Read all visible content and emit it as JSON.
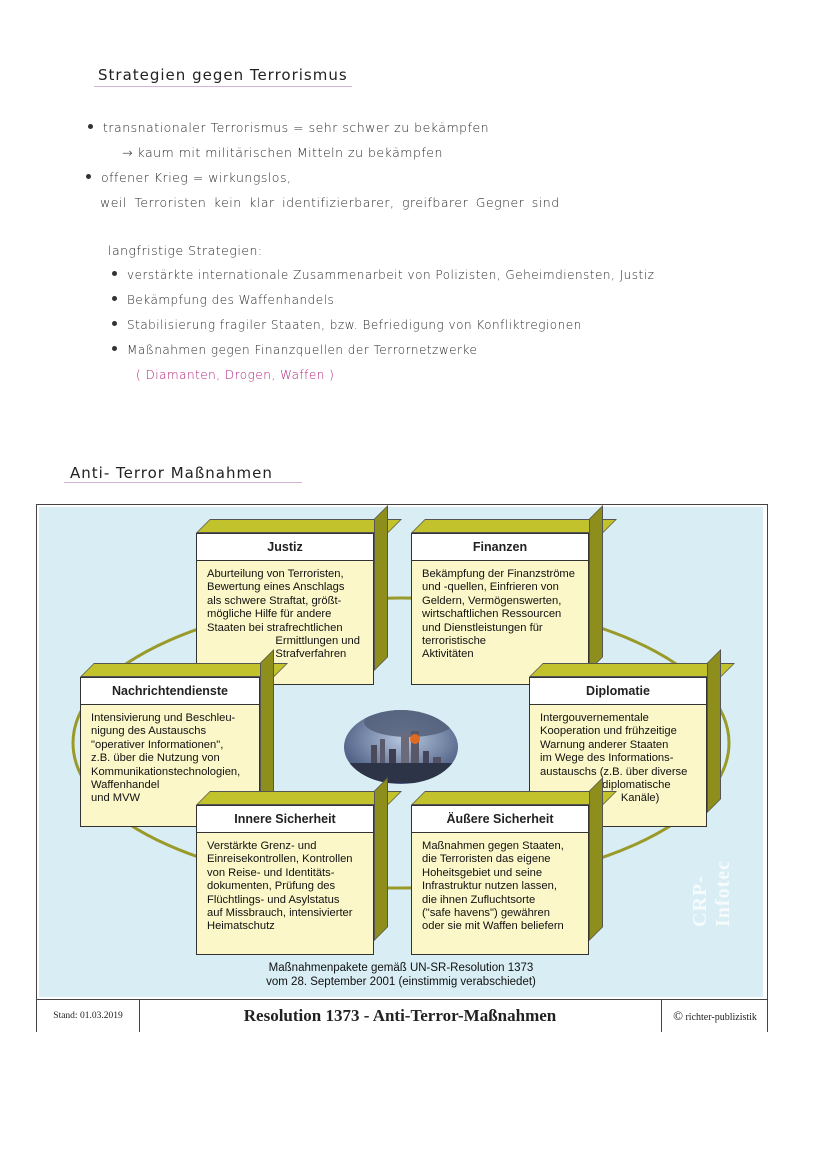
{
  "notes": {
    "title1": "Strategien gegen Terrorismus",
    "line1": "transnationaler Terrorismus = sehr schwer zu bekämpfen",
    "line2": "→ kaum mit militärischen Mitteln zu bekämpfen",
    "line3": "offener Krieg = wirkungslos,",
    "line4": "weil Terroristen kein klar identifizierbarer, greifbarer Gegner sind",
    "subheading": "langfristige Strategien:",
    "items": [
      "verstärkte internationale Zusammenarbeit von Polizisten, Geheimdiensten, Justiz",
      "Bekämpfung des Waffenhandels",
      "Stabilisierung fragiler Staaten, bzw. Befriedigung von Konfliktregionen",
      "Maßnahmen gegen Finanzquellen der Terrornetzwerke"
    ],
    "item4_note": "( Diamanten, Drogen, Waffen )",
    "title2": "Anti- Terror Maßnahmen"
  },
  "figure": {
    "boxes": {
      "justiz": {
        "title": "Justiz",
        "body": "Aburteilung von Terroristen,\nBewertung eines Anschlags\nals schwere Straftat, größt-\nmögliche Hilfe für andere\nStaaten bei strafrechtlichen\n                      Ermittlungen und\n                      Strafverfahren"
      },
      "finanzen": {
        "title": "Finanzen",
        "body": "Bekämpfung der Finanzströme\nund -quellen, Einfrieren von\nGeldern, Vermögenswerten,\nwirtschaftlichen Ressourcen\nund Dienstleistungen für\nterroristische\nAktivitäten"
      },
      "nachrichtendienste": {
        "title": "Nachrichtendienste",
        "body": "Intensivierung und Beschleu-\nnigung des Austauschs\n\"operativer Informationen\",\nz.B. über die Nutzung von\nKommunikationstechnologien,\nWaffenhandel\nund MVW"
      },
      "diplomatie": {
        "title": "Diplomatie",
        "body": "Intergouvernementale\nKooperation und frühzeitige\nWarnung anderer Staaten\nim Wege des Informations-\naustauschs (z.B. über diverse\n                    diplomatische\n                          Kanäle)"
      },
      "innere": {
        "title": "Innere Sicherheit",
        "body": "Verstärkte Grenz- und\nEinreisekontrollen, Kontrollen\nvon Reise- und Identitäts-\ndokumenten, Prüfung des\nFlüchtlings- und Asylstatus\nauf Missbrauch, intensivierter\nHeimatschutz"
      },
      "aeussere": {
        "title": "Äußere Sicherheit",
        "body": "Maßnahmen gegen Staaten,\ndie Terroristen das eigene\nHoheitsgebiet und seine\nInfrastruktur nutzen lassen,\ndie ihnen Zufluchtsorte\n(\"safe havens\") gewähren\noder sie mit Waffen beliefern"
      }
    },
    "caption_line1": "Maßnahmenpakete gemäß UN-SR-Resolution 1373",
    "caption_line2": "vom 28. September 2001 (einstimmig verabschiedet)",
    "watermark": "CRP-Infotec",
    "footer": {
      "stand": "Stand: 01.03.2019",
      "title": "Resolution 1373 - Anti-Terror-Maßnahmen",
      "copyright_symbol": "©",
      "publisher": "richter-publizistik"
    },
    "colors": {
      "panel": "#d9eef4",
      "box": "#fbf7c8",
      "ring": "#9a9a2a",
      "accent_note": "#b0237a"
    }
  }
}
